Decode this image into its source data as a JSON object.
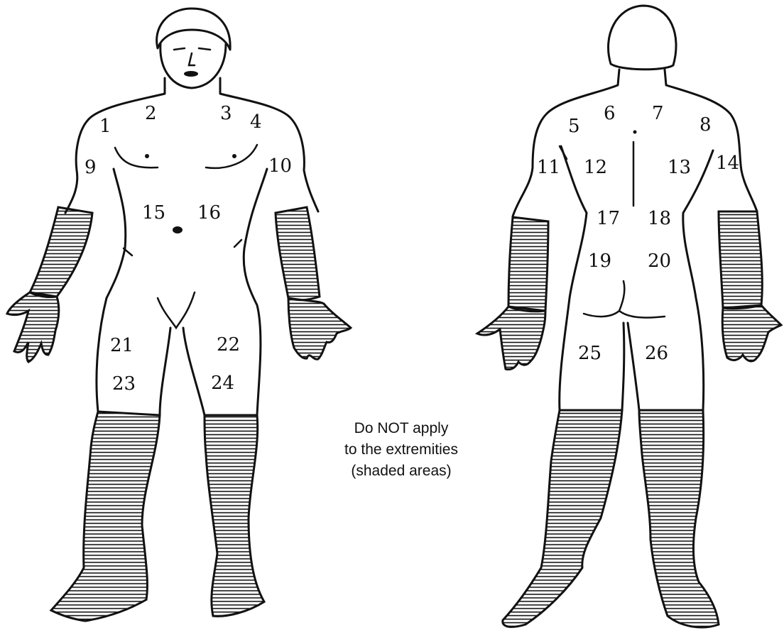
{
  "figure": {
    "front_view_zones": [
      "1",
      "2",
      "3",
      "4",
      "9",
      "10",
      "15",
      "16",
      "21",
      "22",
      "23",
      "24"
    ],
    "back_view_zones": [
      "5",
      "6",
      "7",
      "8",
      "11",
      "12",
      "13",
      "14",
      "17",
      "18",
      "19",
      "20",
      "25",
      "26"
    ],
    "note_lines": [
      "Do NOT apply",
      "to the extremities",
      "(shaded areas)"
    ],
    "colors": {
      "ink": "#111111",
      "background": "#ffffff"
    },
    "icons": [
      "front-body-figure",
      "back-body-figure",
      "shaded-extremity-hatching"
    ]
  }
}
